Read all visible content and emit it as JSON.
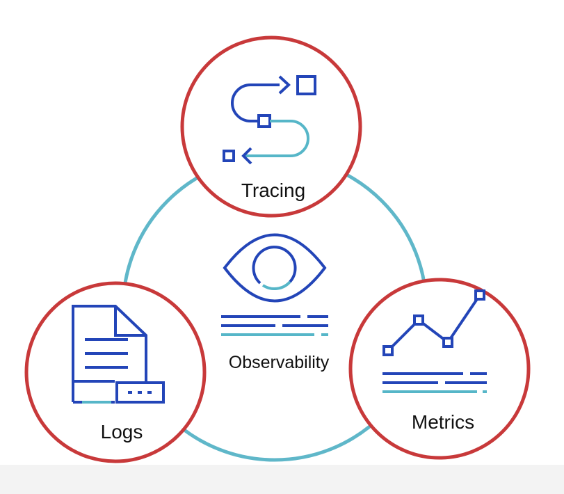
{
  "diagram": {
    "center": {
      "label": "Observability",
      "icon": "eye-icon"
    },
    "nodes": [
      {
        "id": "tracing",
        "label": "Tracing",
        "icon": "trace-flow-icon"
      },
      {
        "id": "logs",
        "label": "Logs",
        "icon": "log-document-icon"
      },
      {
        "id": "metrics",
        "label": "Metrics",
        "icon": "line-chart-icon"
      }
    ],
    "colors": {
      "ring": "#5fb7c9",
      "node_border": "#c8393a",
      "icon_dark": "#2345b8",
      "icon_light": "#56b6c8",
      "text": "#111111"
    }
  }
}
